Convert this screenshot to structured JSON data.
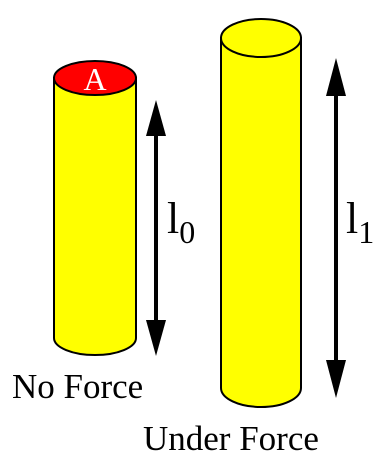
{
  "cylinder_short": {
    "top_label": "A",
    "caption": "No Force",
    "length_symbol": "l",
    "length_subscript": "0"
  },
  "cylinder_tall": {
    "caption": "Under Force",
    "length_symbol": "l",
    "length_subscript": "1"
  },
  "colors": {
    "cylinder_body": "#ffff00",
    "cylinder_top": "#ffff00",
    "area_face": "#ff0000",
    "outline": "#000000",
    "text": "#000000",
    "label_on_face": "#ffffff"
  }
}
